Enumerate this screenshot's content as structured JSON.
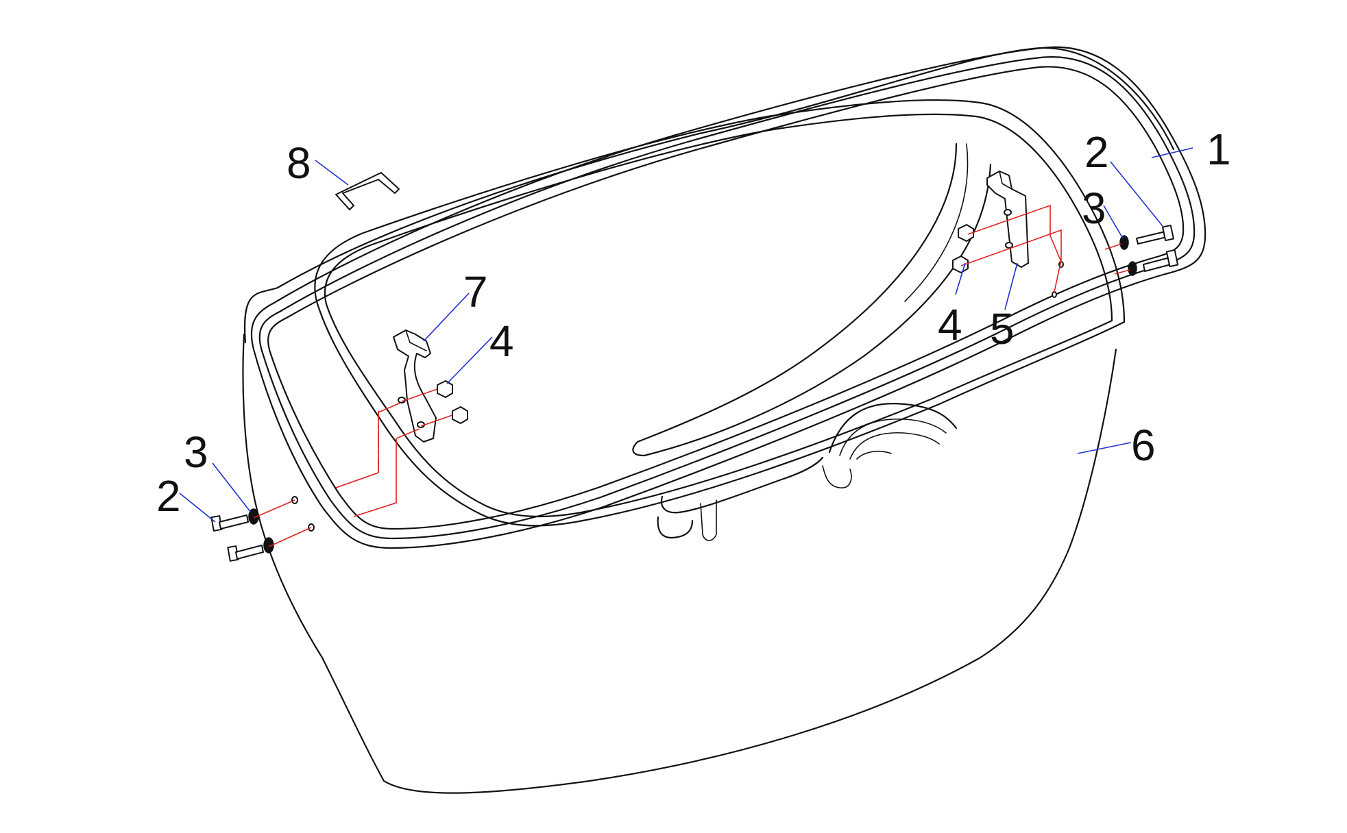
{
  "callouts": {
    "c1": "1",
    "c2_right": "2",
    "c3_right": "3",
    "c4_right": "4",
    "c5": "5",
    "c6": "6",
    "c7": "7",
    "c4_left": "4",
    "c8": "8",
    "c3_left": "3",
    "c2_left": "2"
  },
  "colors": {
    "line": "#111111",
    "leader": "#1f2fd0",
    "axis": "#e0201c",
    "background": "#ffffff"
  }
}
